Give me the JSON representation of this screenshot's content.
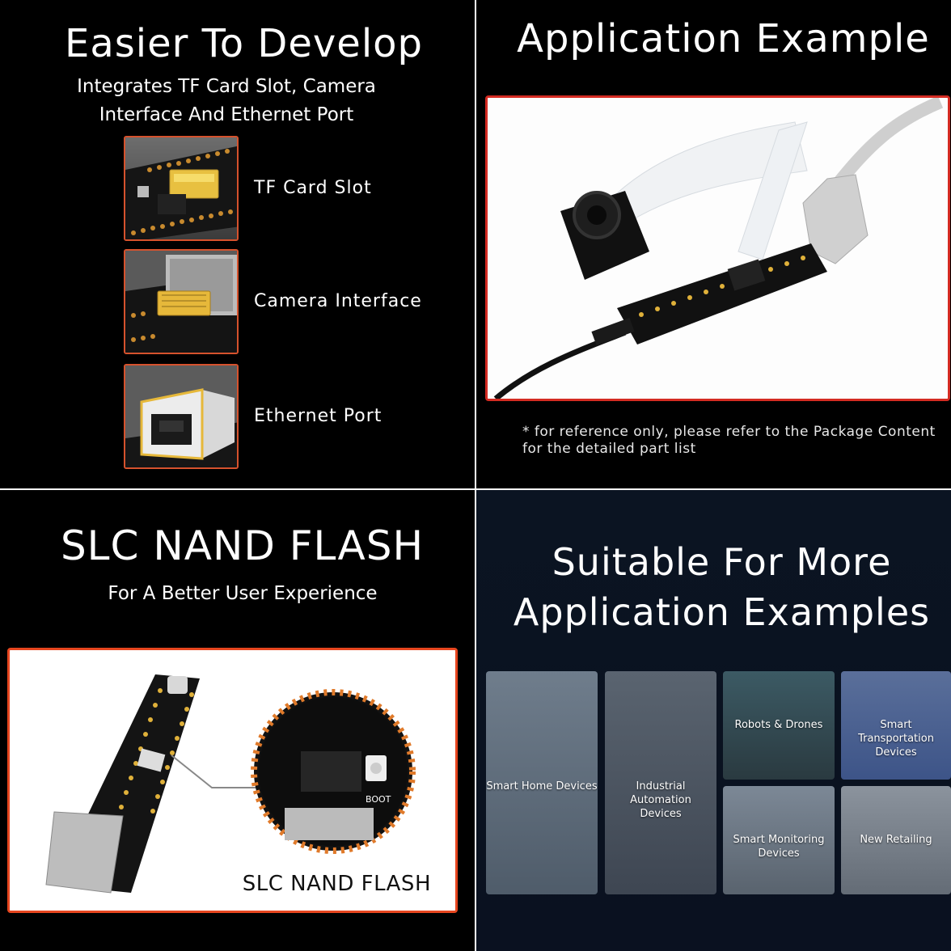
{
  "top_left": {
    "title": "Easier To Develop",
    "subtitle_line1": "Integrates TF Card Slot, Camera",
    "subtitle_line2": "Interface And Ethernet Port",
    "features": [
      {
        "label": "TF Card Slot"
      },
      {
        "label": "Camera Interface"
      },
      {
        "label": "Ethernet Port"
      }
    ]
  },
  "top_right": {
    "title": "Application Example",
    "note_line1": "* for reference only, please refer to the Package Content",
    "note_line2": "for the detailed part list"
  },
  "bottom_left": {
    "title": "SLC NAND FLASH",
    "subtitle": "For A Better User Experience",
    "image_caption": "SLC NAND FLASH",
    "chip_label": "BOOT"
  },
  "bottom_right": {
    "title_line1": "Suitable For More",
    "title_line2": "Application Examples",
    "tiles": [
      {
        "label": "Smart Home Devices"
      },
      {
        "label_line1": "Industrial Automation",
        "label_line2": "Devices"
      },
      {
        "label": "Robots & Drones"
      },
      {
        "label_line1": "Smart Transportation",
        "label_line2": "Devices"
      },
      {
        "label_line1": "Smart Monitoring",
        "label_line2": "Devices"
      },
      {
        "label": "New Retailing"
      }
    ]
  },
  "colors": {
    "accent_red": "#d42b22",
    "accent_orange": "#e7461f",
    "gold": "#e0b13a"
  }
}
